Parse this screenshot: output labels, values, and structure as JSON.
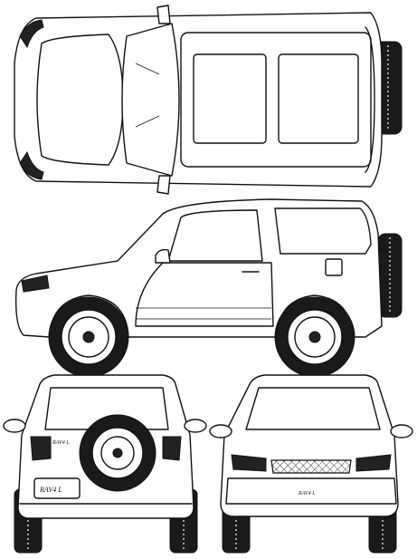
{
  "badges": {
    "rear_badge": "RAV4 L",
    "rear_script": "RAV4 L",
    "front_badge": "RAV4 L"
  },
  "colors": {
    "line": "#111111",
    "background": "#ffffff"
  }
}
